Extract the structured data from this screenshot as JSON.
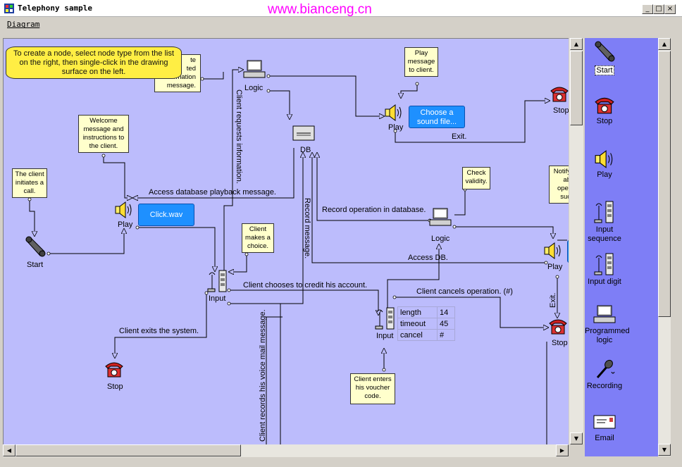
{
  "window": {
    "title": "Telephony sample",
    "watermark": "www.bianceng.cn",
    "buttons": {
      "minimize": "_",
      "maximize": "□",
      "close": "×"
    }
  },
  "menu": {
    "diagram": "Diagram"
  },
  "tooltip": "To create a node, select node type from the list on the right, then single-click in the drawing surface on the left.",
  "notes": {
    "client_initiates": "The client initiates a call.",
    "welcome": "Welcome message and instructions to the client.",
    "info_message": "Create a related information message.",
    "info_partial_l1": "te",
    "info_partial_l2": "ted",
    "info_partial_l3": "ormation",
    "info_partial_l4": "message.",
    "play_to_client": "Play message to client.",
    "check_validity": "Check validity.",
    "client_choice": "Client makes a choice.",
    "voucher": "Client enters his voucher code.",
    "notify_l1": "Notify",
    "notify_l2": "ab",
    "notify_l3": "oper",
    "notify_l4": "suc"
  },
  "nodes": {
    "start": "Start",
    "play1": "Play",
    "logic1": "Logic",
    "db": "DB",
    "play2": "Play",
    "stop_top": "Stop",
    "input1": "Input",
    "logic2": "Logic",
    "input2": "Input",
    "stop_left": "Stop",
    "play3": "Play",
    "stop_right": "Stop"
  },
  "buttons": {
    "click_wav": "Click.wav",
    "choose_sound": "Choose a sound file..."
  },
  "edge_labels": {
    "client_requests": "Client requests information.",
    "exit_top": "Exit.",
    "access_db_playback": "Access database playback message.",
    "record_op": "Record operation in database.",
    "record_msg": "Record message.",
    "access_db": "Access DB.",
    "credit": "Client chooses to credit his account.",
    "cancels": "Client cancels operation. (#)",
    "exit_right": "Exit.",
    "client_exits": "Client exits the system.",
    "voice_mail": "Client records his voice mail message."
  },
  "properties": [
    {
      "key": "length",
      "value": "14"
    },
    {
      "key": "timeout",
      "value": "45"
    },
    {
      "key": "cancel",
      "value": "#"
    }
  ],
  "palette": [
    {
      "label": "Start",
      "icon": "start-phone-icon"
    },
    {
      "label": "Stop",
      "icon": "stop-phone-icon"
    },
    {
      "label": "Play",
      "icon": "speaker-icon"
    },
    {
      "label": "Input sequence",
      "icon": "keypad-icon"
    },
    {
      "label": "Input digit",
      "icon": "keypad-icon"
    },
    {
      "label": "Programmed logic",
      "icon": "computer-icon"
    },
    {
      "label": "Recording",
      "icon": "microphone-icon"
    },
    {
      "label": "Email",
      "icon": "envelope-icon"
    }
  ],
  "colors": {
    "canvas": "#bcbcfc",
    "palette": "#7e7ef6",
    "note": "#ffffcc",
    "tooltip": "#ffee44",
    "button": "#1e90ff",
    "watermark": "#ff00ff"
  }
}
